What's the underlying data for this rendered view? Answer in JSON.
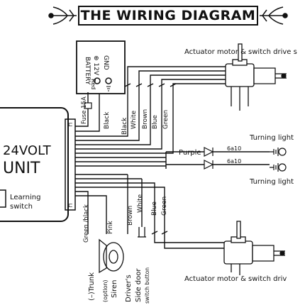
{
  "title": "THE WIRING DIAGRAM",
  "unit": {
    "voltage_label": "24VOLT",
    "unit_label": "UNIT",
    "learning_switch_line1": "Learning",
    "learning_switch_line2": "switch"
  },
  "battery": {
    "label": "BATTERY",
    "red_label": "Red",
    "plus_12v": "⊕ 12V",
    "gnd_label": "GND"
  },
  "fuse_label": "Fuse 15A",
  "wires_top": [
    "Black",
    "Black",
    "White",
    "Brown",
    "Blue",
    "Green"
  ],
  "wires_bottom": [
    "Green /black",
    "Pink",
    "Brown",
    "White",
    "Blue",
    "Green"
  ],
  "purple_label": "Purple",
  "diode_labels": [
    "6a10",
    "6a10"
  ],
  "turning_light_labels": [
    "Turning light",
    "Turning light"
  ],
  "actuator_labels": [
    "Actuator motor & switch drive s",
    "Actuator motor & switch driv"
  ],
  "bottom_labels": {
    "trunk": "(–)Trunk",
    "option": "(option)",
    "siren": "Siren",
    "drivers_line1": "Driver's",
    "drivers_line2": "Side door",
    "switch_button": "switch button"
  }
}
